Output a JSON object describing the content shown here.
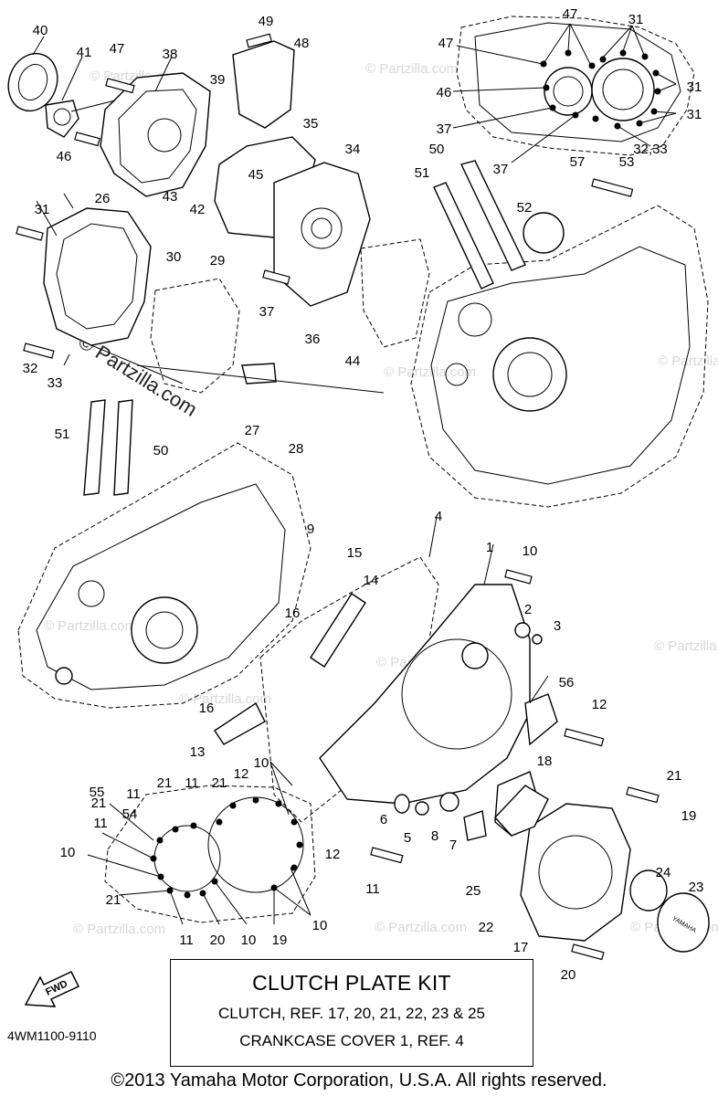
{
  "callouts": [
    "47",
    "31",
    "47",
    "31",
    "46",
    "31",
    "37",
    "32,33",
    "37",
    "49",
    "48",
    "40",
    "41",
    "47",
    "38",
    "39",
    "46",
    "35",
    "43",
    "42",
    "45",
    "34",
    "50",
    "51",
    "57",
    "53",
    "52",
    "31",
    "26",
    "30",
    "29",
    "37",
    "36",
    "44",
    "32",
    "33",
    "27",
    "28",
    "51",
    "50",
    "9",
    "15",
    "16",
    "4",
    "1",
    "10",
    "14",
    "2",
    "3",
    "56",
    "12",
    "16",
    "13",
    "55",
    "54",
    "18",
    "21",
    "19",
    "6",
    "5",
    "8",
    "7",
    "11",
    "21",
    "11",
    "21",
    "12",
    "10",
    "11",
    "21",
    "11",
    "10",
    "21",
    "11",
    "20",
    "10",
    "19",
    "10",
    "12",
    "25",
    "22",
    "17",
    "24",
    "23",
    "20"
  ],
  "watermarks": {
    "brand": "© Partzilla.com",
    "center": "© Partzilla.com"
  },
  "kit": {
    "title": "CLUTCH PLATE KIT",
    "line1": "CLUTCH, REF. 17, 20, 21, 22, 23 & 25",
    "line2": "CRANKCASE COVER 1, REF. 4"
  },
  "catalog_number": "4WM1100-9110",
  "fwd_label": "FWD",
  "cap_brand": "YAMAHA",
  "copyright": "©2013 Yamaha Motor Corporation, U.S.A. All rights reserved."
}
